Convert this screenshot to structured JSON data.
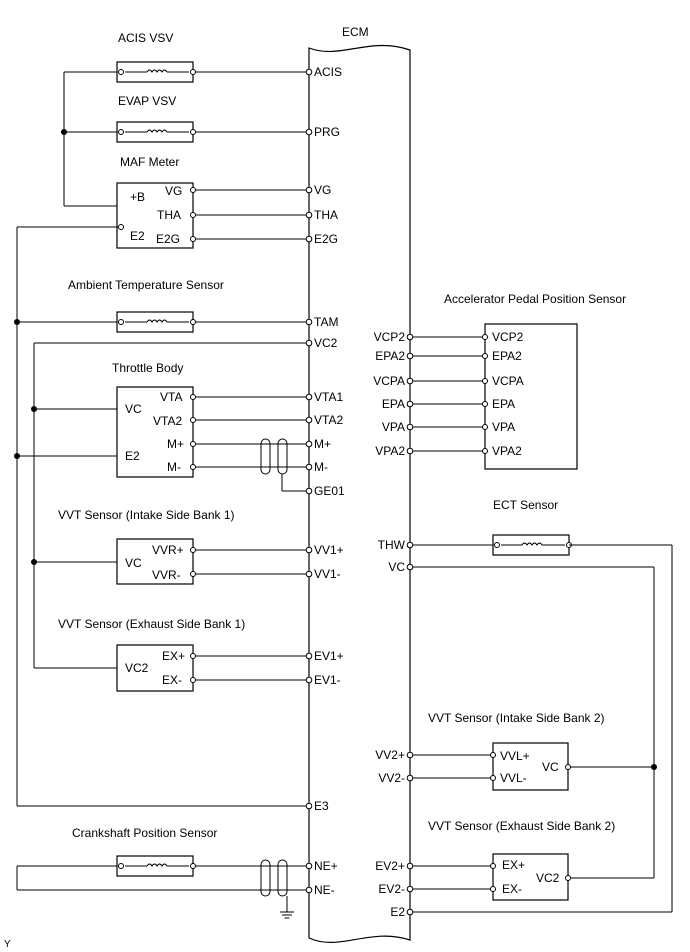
{
  "ecm": {
    "title": "ECM",
    "left_pins": {
      "acis": "ACIS",
      "prg": "PRG",
      "vg": "VG",
      "tha": "THA",
      "e2g": "E2G",
      "tam": "TAM",
      "vc2": "VC2",
      "vta1": "VTA1",
      "vta2": "VTA2",
      "m_plus": "M+",
      "m_minus": "M-",
      "ge01": "GE01",
      "vv1_plus": "VV1+",
      "vv1_minus": "VV1-",
      "ev1_plus": "EV1+",
      "ev1_minus": "EV1-",
      "e3": "E3",
      "ne_plus": "NE+",
      "ne_minus": "NE-"
    },
    "right_pins": {
      "vcp2": "VCP2",
      "epa2": "EPA2",
      "vcpa": "VCPA",
      "epa": "EPA",
      "vpa": "VPA",
      "vpa2": "VPA2",
      "thw": "THW",
      "vc": "VC",
      "vv2_plus": "VV2+",
      "vv2_minus": "VV2-",
      "ev2_plus": "EV2+",
      "ev2_minus": "EV2-",
      "e2": "E2"
    }
  },
  "components": {
    "acis_vsv": {
      "title": "ACIS VSV"
    },
    "evap_vsv": {
      "title": "EVAP VSV"
    },
    "maf_meter": {
      "title": "MAF Meter",
      "pins": {
        "plus_b": "+B",
        "vg": "VG",
        "tha": "THA",
        "e2": "E2",
        "e2g": "E2G"
      }
    },
    "ambient_temp": {
      "title": "Ambient Temperature Sensor"
    },
    "throttle_body": {
      "title": "Throttle Body",
      "pins": {
        "vta": "VTA",
        "vc": "VC",
        "vta2": "VTA2",
        "m_plus": "M+",
        "e2": "E2",
        "m_minus": "M-"
      }
    },
    "vvt_intake_b1": {
      "title": "VVT Sensor (Intake Side Bank 1)",
      "pins": {
        "vvr_plus": "VVR+",
        "vc": "VC",
        "vvr_minus": "VVR-"
      }
    },
    "vvt_exhaust_b1": {
      "title": "VVT Sensor (Exhaust Side Bank 1)",
      "pins": {
        "ex_plus": "EX+",
        "vc2": "VC2",
        "ex_minus": "EX-"
      }
    },
    "crankshaft": {
      "title": "Crankshaft Position Sensor"
    },
    "accel_pedal": {
      "title": "Accelerator Pedal Position Sensor",
      "pins": {
        "vcp2": "VCP2",
        "epa2": "EPA2",
        "vcpa": "VCPA",
        "epa": "EPA",
        "vpa": "VPA",
        "vpa2": "VPA2"
      }
    },
    "ect": {
      "title": "ECT Sensor"
    },
    "vvt_intake_b2": {
      "title": "VVT Sensor (Intake Side Bank 2)",
      "pins": {
        "vvl_plus": "VVL+",
        "vc": "VC",
        "vvl_minus": "VVL-"
      }
    },
    "vvt_exhaust_b2": {
      "title": "VVT Sensor (Exhaust Side Bank 2)",
      "pins": {
        "ex_plus": "EX+",
        "vc2": "VC2",
        "ex_minus": "EX-"
      }
    }
  },
  "footer_code": "Y"
}
